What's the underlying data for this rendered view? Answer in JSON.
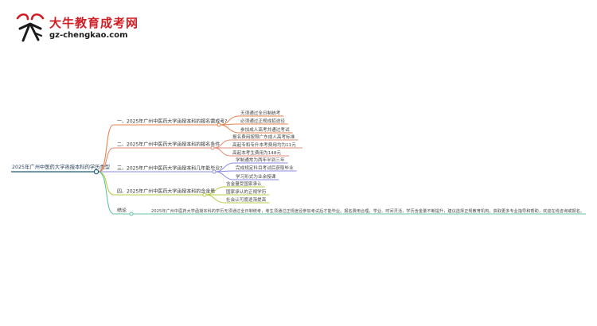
{
  "logo": {
    "title": "大牛教育成考网",
    "domain": "gz-chengkao.com"
  },
  "mindmap": {
    "root": "2025年广州中医药大学函授本科的学历类型",
    "branches": [
      {
        "label": "一、2025年广州中医药大学函授本科的报名需成考?",
        "color": "#e8834f",
        "children": [
          "无须通过全日制统考",
          "必须通过正规成招途径",
          "参加成人高考并通过考试"
        ]
      },
      {
        "label": "二、2025年广州中医药大学函授本科的报名条件",
        "color": "#e58b74",
        "children": [
          "报名费用按照广东成人高考标准",
          "高起专和专升本考费用均为11元",
          "高起本考生费用为148元"
        ]
      },
      {
        "label": "三、2025年广州中医药大学函授本科几年能毕业?",
        "color": "#8a8ee3",
        "children": [
          "学制通常为两年半到三年",
          "完成规定科目考试后获取毕业",
          "学习形式为业余授课"
        ]
      },
      {
        "label": "四、2025年广州中医药大学函授本科的含金量",
        "color": "#b7cc41",
        "children": [
          "含金量受国家承认",
          "国家承认的正规学历",
          "社会认可度逐渐提高"
        ]
      },
      {
        "label": "结论",
        "color": "#63c3a1",
        "children": [
          "2025年广州中医药大学函授本科的学历无须通过全日制统考，考生须通过正规途径参加考试后才能毕业。报名费用合理，学业、时间灵活，学历含金量不断提升，建议选择正规教育机构，获取更多专业指导和帮助，欢迎在线咨询或报名。"
        ]
      }
    ]
  }
}
